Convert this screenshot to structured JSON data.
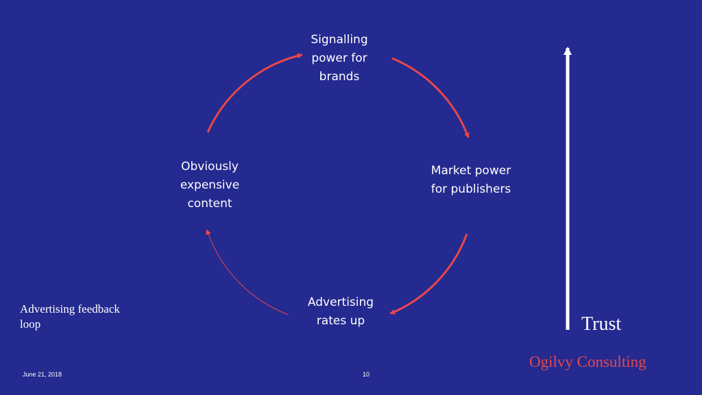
{
  "nodes": {
    "top": "Signalling\npower for\nbrands",
    "right": "Market power\nfor publishers",
    "bottom": "Advertising\nrates up",
    "left": "Obviously\nexpensive\ncontent"
  },
  "caption": "Advertising feedback\nloop",
  "trust_label": "Trust",
  "brand": "Ogilvy Consulting",
  "footer": {
    "date": "June 21, 2018",
    "page": "10"
  },
  "colors": {
    "background": "#242a8f",
    "accent": "#e8474c",
    "text": "#ffffff"
  }
}
